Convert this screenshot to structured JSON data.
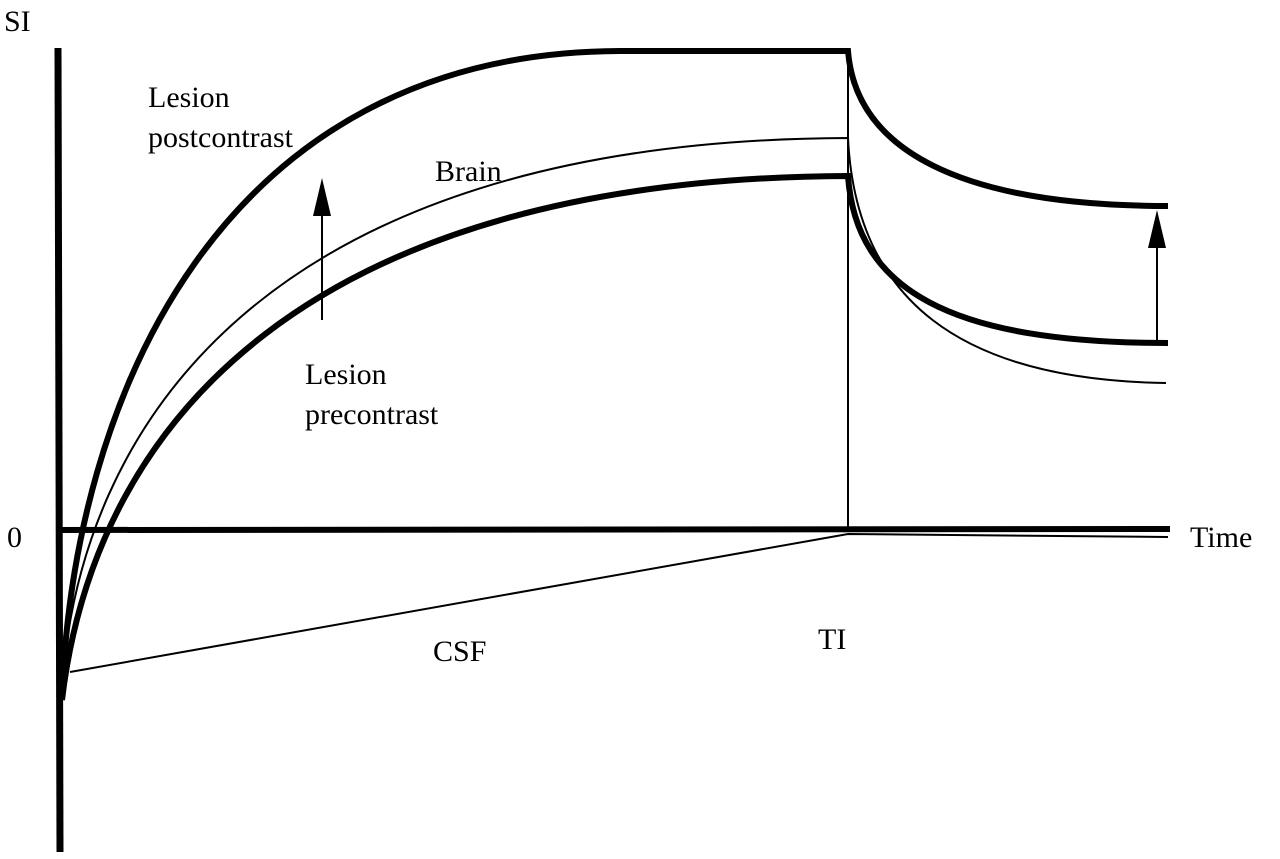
{
  "axes": {
    "y_label": "SI",
    "x_label": "Time",
    "zero_label": "0",
    "ti_label": "TI"
  },
  "curves": {
    "lesion_post": [
      "Lesion",
      "postcontrast"
    ],
    "brain": "Brain",
    "lesion_pre": [
      "Lesion",
      "precontrast"
    ],
    "csf": "CSF"
  },
  "colors": {
    "ink": "#000000",
    "background": "#ffffff"
  }
}
